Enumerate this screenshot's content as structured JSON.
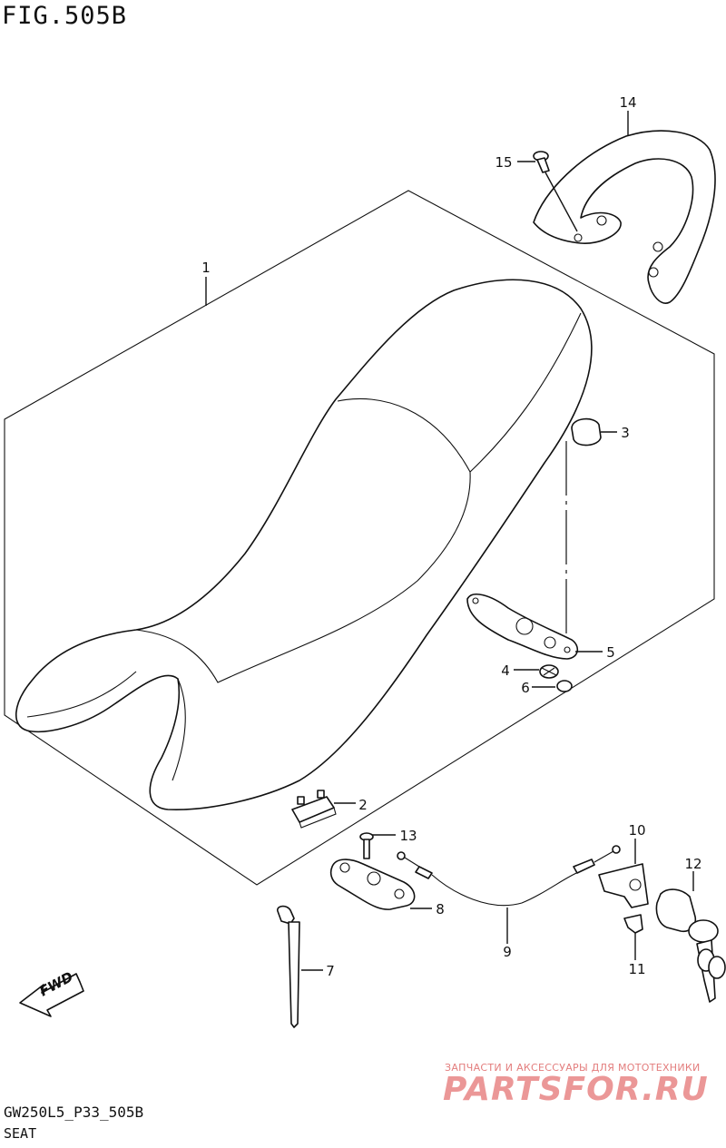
{
  "figure": {
    "title": "FIG.505B",
    "code": "GW250L5_P33_505B",
    "caption": "SEAT"
  },
  "callouts": [
    {
      "id": "1",
      "label": "1"
    },
    {
      "id": "2",
      "label": "2"
    },
    {
      "id": "3",
      "label": "3"
    },
    {
      "id": "4",
      "label": "4"
    },
    {
      "id": "5",
      "label": "5"
    },
    {
      "id": "6",
      "label": "6"
    },
    {
      "id": "7",
      "label": "7"
    },
    {
      "id": "8",
      "label": "8"
    },
    {
      "id": "9",
      "label": "9"
    },
    {
      "id": "10",
      "label": "10"
    },
    {
      "id": "11",
      "label": "11"
    },
    {
      "id": "12",
      "label": "12"
    },
    {
      "id": "13",
      "label": "13"
    },
    {
      "id": "14",
      "label": "14"
    },
    {
      "id": "15",
      "label": "15"
    }
  ],
  "direction_arrow": {
    "label": "FWD",
    "icon": "fwd-arrow-icon"
  },
  "watermark": {
    "tagline": "ЗАПЧАСТИ И АКСЕССУАРЫ ДЛЯ МОТОТЕХНИКИ",
    "brand": "PARTSFOR.RU",
    "color": "#e88585"
  }
}
